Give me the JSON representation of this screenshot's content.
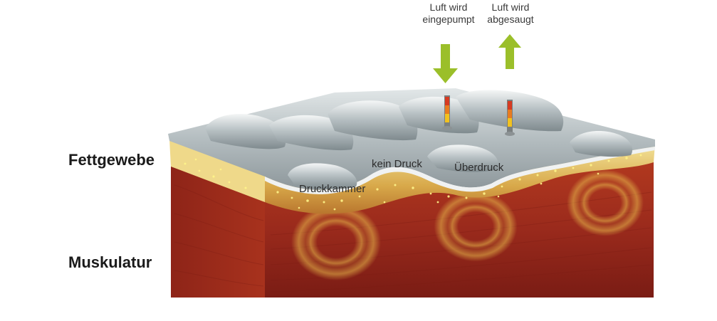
{
  "labels": {
    "fat_tissue": "Fettgewebe",
    "muscle": "Muskulatur"
  },
  "captions": {
    "air_pumped_in_line1": "Luft wird",
    "air_pumped_in_line2": "eingepumpt",
    "air_sucked_out_line1": "Luft wird",
    "air_sucked_out_line2": "abgesaugt"
  },
  "chambers": {
    "pressure_chamber": "Druckkammer",
    "no_pressure": "kein Druck",
    "overpressure": "Überdruck"
  },
  "colors": {
    "arrow_green": "#9bbf2a",
    "muscle_red": "#9a2a1c",
    "fat_yellow": "#e6c65a",
    "membrane_gray": "#b7c0c3",
    "text_dark": "#1a1a1a"
  }
}
